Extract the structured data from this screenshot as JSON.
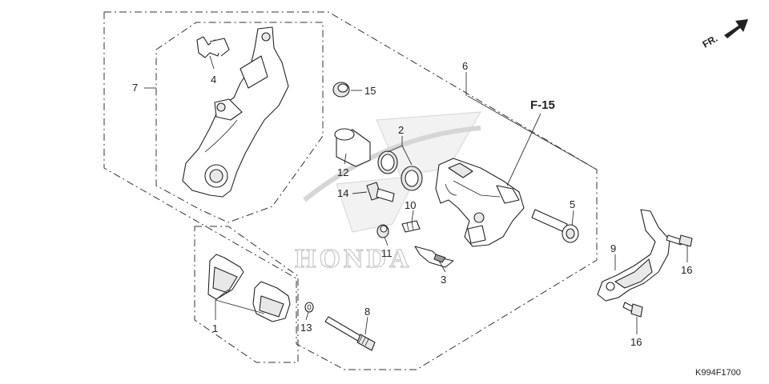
{
  "diagram": {
    "ref_label": "F-15",
    "direction_label": "FR.",
    "code": "K994F1700",
    "watermark": "HONDA",
    "callouts": [
      {
        "key": "1",
        "text": "1"
      },
      {
        "key": "2",
        "text": "2"
      },
      {
        "key": "3",
        "text": "3"
      },
      {
        "key": "4",
        "text": "4"
      },
      {
        "key": "5",
        "text": "5"
      },
      {
        "key": "6",
        "text": "6"
      },
      {
        "key": "7",
        "text": "7"
      },
      {
        "key": "8",
        "text": "8"
      },
      {
        "key": "9",
        "text": "9"
      },
      {
        "key": "10",
        "text": "10"
      },
      {
        "key": "11",
        "text": "11"
      },
      {
        "key": "12",
        "text": "12"
      },
      {
        "key": "13",
        "text": "13"
      },
      {
        "key": "14",
        "text": "14"
      },
      {
        "key": "15",
        "text": "15"
      },
      {
        "key": "16a",
        "text": "16"
      },
      {
        "key": "16b",
        "text": "16"
      }
    ]
  }
}
